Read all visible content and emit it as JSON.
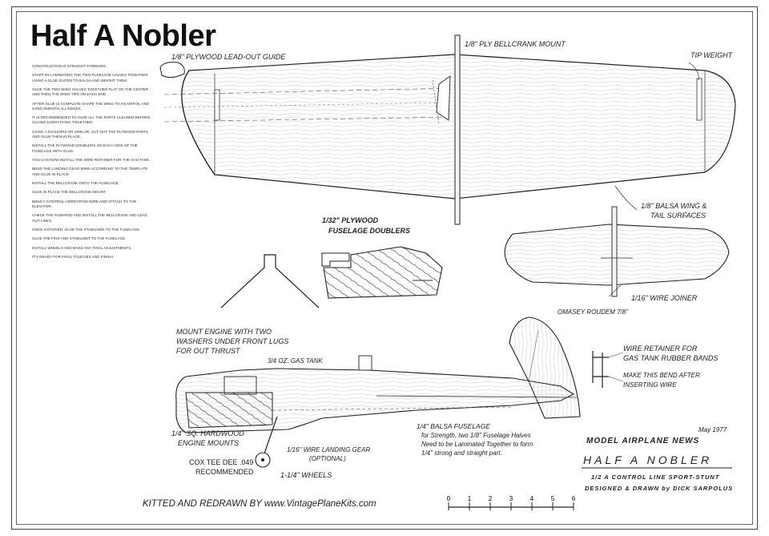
{
  "title": "Half A Nobler",
  "instructions": [
    "Construction is straight forward.",
    "Start by laminating the two fuselage halves together using a glue suited to balsa and weight them.",
    "Glue the two wing halves together flat on the center and then the wing tips on each end.",
    "After glue is complete shape the wing to an airfoil and sand smooth all edges.",
    "It is recommended to have all the parts cleaned before gluing everything together.",
    "Using a scissors or similar, cut out the plywood parts and glue them in place.",
    "Install the plywood doublers on each side of the fuselage with glue.",
    "You can now install the wire retainer for the gas tank.",
    "Bend the landing gear wire according to the template and glue in place.",
    "Install the bellcrank onto the fuselage.",
    "Glue in place the bellcrank mount.",
    "Bend a control horn from wire and attach to the elevator.",
    "Check the pushrod and install the bellcrank and lead out lines.",
    "Once satisfied, glue the stabilizer to the fuselage.",
    "Glue the fins and stabilizer to the fuselage.",
    "Install wheels and make any final adjustments.",
    "It's ready for final touches and finish."
  ],
  "labels": {
    "leadout": "1/8\" PLYWOOD LEAD-OUT GUIDE",
    "bellcrank": "1/8\" PLY BELLCRANK MOUNT",
    "tip_weight": "TIP WEIGHT",
    "balsa_wing_1": "1/8\" BALSA WING &",
    "balsa_wing_2": "TAIL SURFACES",
    "doublers_1": "1/32\" PLYWOOD",
    "doublers_2": "FUSELAGE DOUBLERS",
    "wire_joiner": "1/16\" WIRE JOINER",
    "dihedral": "OMASEY ROUDEM 7/8\"",
    "mount_1": "MOUNT ENGINE WITH TWO",
    "mount_2": "WASHERS UNDER FRONT LUGS",
    "mount_3": "FOR OUT THRUST",
    "gas_tank": "3/4 OZ. GAS TANK",
    "retainer_1": "WIRE RETAINER FOR",
    "retainer_2": "GAS TANK RUBBER BANDS",
    "bend_1": "MAKE THIS BEND AFTER",
    "bend_2": "INSERTING WIRE",
    "hardwood_1": "1/4\" SQ. HARDWOOD",
    "hardwood_2": "ENGINE MOUNTS",
    "fuselage_1": "1/4\" BALSA FUSELAGE",
    "fuselage_2": "for Strength, two 1/8\" Fuselage Halves",
    "fuselage_3": "Need to be Laminated Together to form",
    "fuselage_4": "1/4\" strong and straight part.",
    "landing_1": "1/16\" WIRE LANDING GEAR",
    "landing_2": "(OPTIONAL)",
    "engine_1": "COX TEE DEE .049",
    "engine_2": "RECOMMENDED",
    "wheels": "1-1/4\" WHEELS",
    "date": "May 1977",
    "magazine": "MODEL AIRPLANE NEWS",
    "plane_name": "HALF A NOBLER",
    "subtitle": "1/2 A CONTROL LINE SPORT-STUNT",
    "designer": "DESIGNED & DRAWN by DICK SARPOLUS",
    "kitted": "KITTED AND REDRAWN BY www.VintagePlaneKits.com"
  },
  "scale_ticks": [
    "0",
    "1",
    "2",
    "3",
    "4",
    "5",
    "6"
  ]
}
